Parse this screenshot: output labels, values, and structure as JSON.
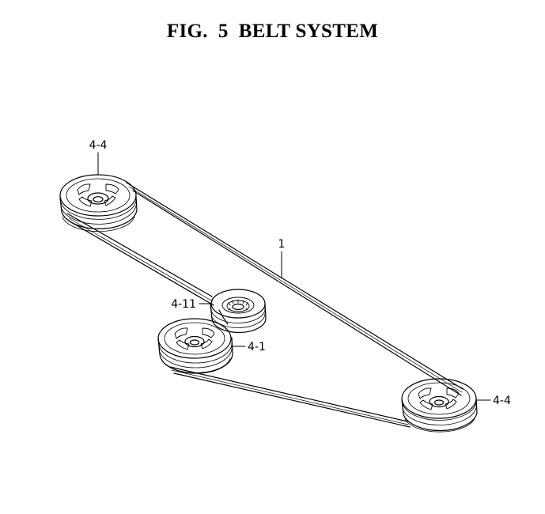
{
  "figure": {
    "title": "FIG.  5  BELT SYSTEM"
  },
  "callouts": {
    "pulley_top_left": "4-4",
    "belt": "1",
    "idler_pulley": "4-11",
    "drive_pulley": "4-1",
    "pulley_bottom_right": "4-4"
  },
  "colors": {
    "ink": "#000000",
    "background": "#ffffff"
  }
}
